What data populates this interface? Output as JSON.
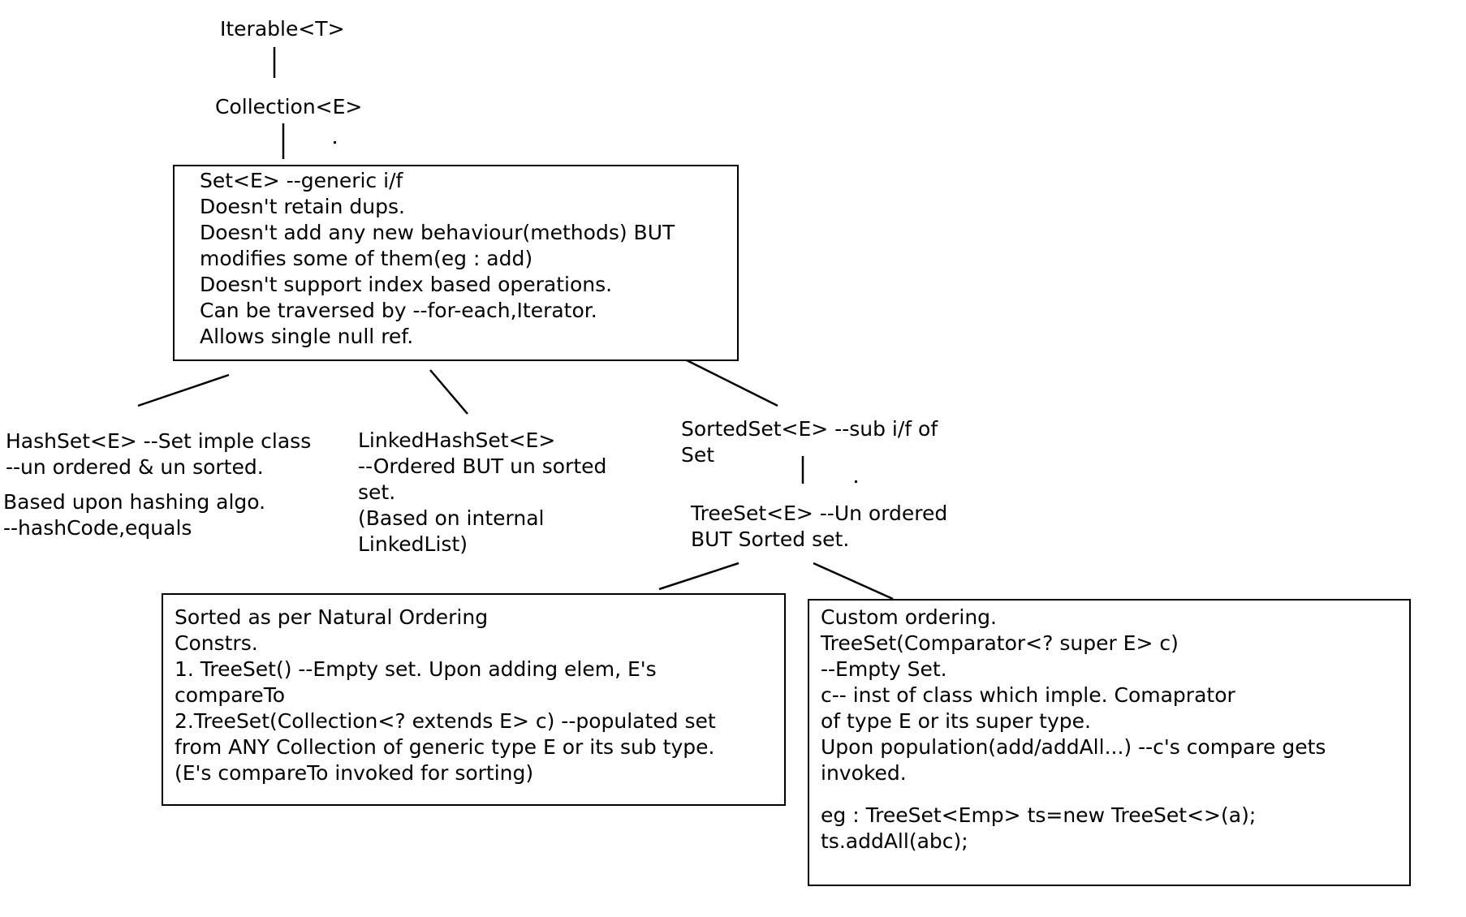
{
  "nodes": {
    "iterable": "Iterable<T>",
    "collection": "Collection<E>",
    "set_box": [
      "Set<E> --generic i/f",
      "Doesn't retain dups.",
      "Doesn't add any new behaviour(methods) BUT",
      "modifies some of them(eg : add)",
      "Doesn't support index based operations.",
      "Can be traversed by --for-each,Iterator.",
      "Allows single null ref."
    ],
    "hashset": [
      "HashSet<E> --Set imple class",
      "--un ordered & un sorted.",
      "Based upon hashing algo.",
      "--hashCode,equals"
    ],
    "linkedhashset": [
      "LinkedHashSet<E>",
      "--Ordered BUT un sorted",
      "set.",
      "(Based on internal",
      "LinkedList)"
    ],
    "sortedset": [
      "SortedSet<E> --sub i/f of",
      "Set"
    ],
    "treeset": [
      "TreeSet<E> --Un ordered",
      "BUT Sorted set."
    ],
    "natural_box": [
      "Sorted as per Natural Ordering",
      "Constrs.",
      "1. TreeSet() --Empty set. Upon adding elem, E's",
      "compareTo",
      "2.TreeSet(Collection<? extends E> c) --populated set",
      "from ANY Collection of generic type E or its sub type.",
      "(E's compareTo invoked for sorting)"
    ],
    "custom_box": [
      "Custom ordering.",
      "TreeSet(Comparator<? super E> c)",
      "--Empty Set.",
      "c-- inst of class which imple. Comaprator",
      "of type E or its super type.",
      "Upon population(add/addAll...) --c's compare gets",
      "invoked.",
      "",
      "eg : TreeSet<Emp> ts=new TreeSet<>(a);",
      "ts.addAll(abc);"
    ]
  }
}
